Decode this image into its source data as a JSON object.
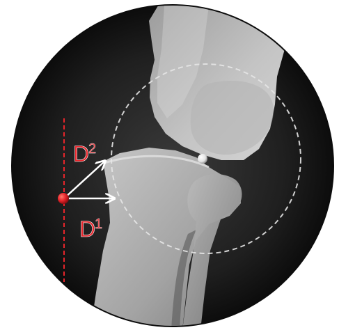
{
  "labels": {
    "d2": {
      "base": "D",
      "superscript": "2"
    },
    "d1": {
      "base": "D",
      "superscript": "1"
    }
  },
  "colors": {
    "background_circle": "#1c1c1c",
    "bone": "#c9c9c9",
    "marker": "#e8252b",
    "vector": "#ffffff",
    "reference_circle": "#e6e6e6"
  }
}
